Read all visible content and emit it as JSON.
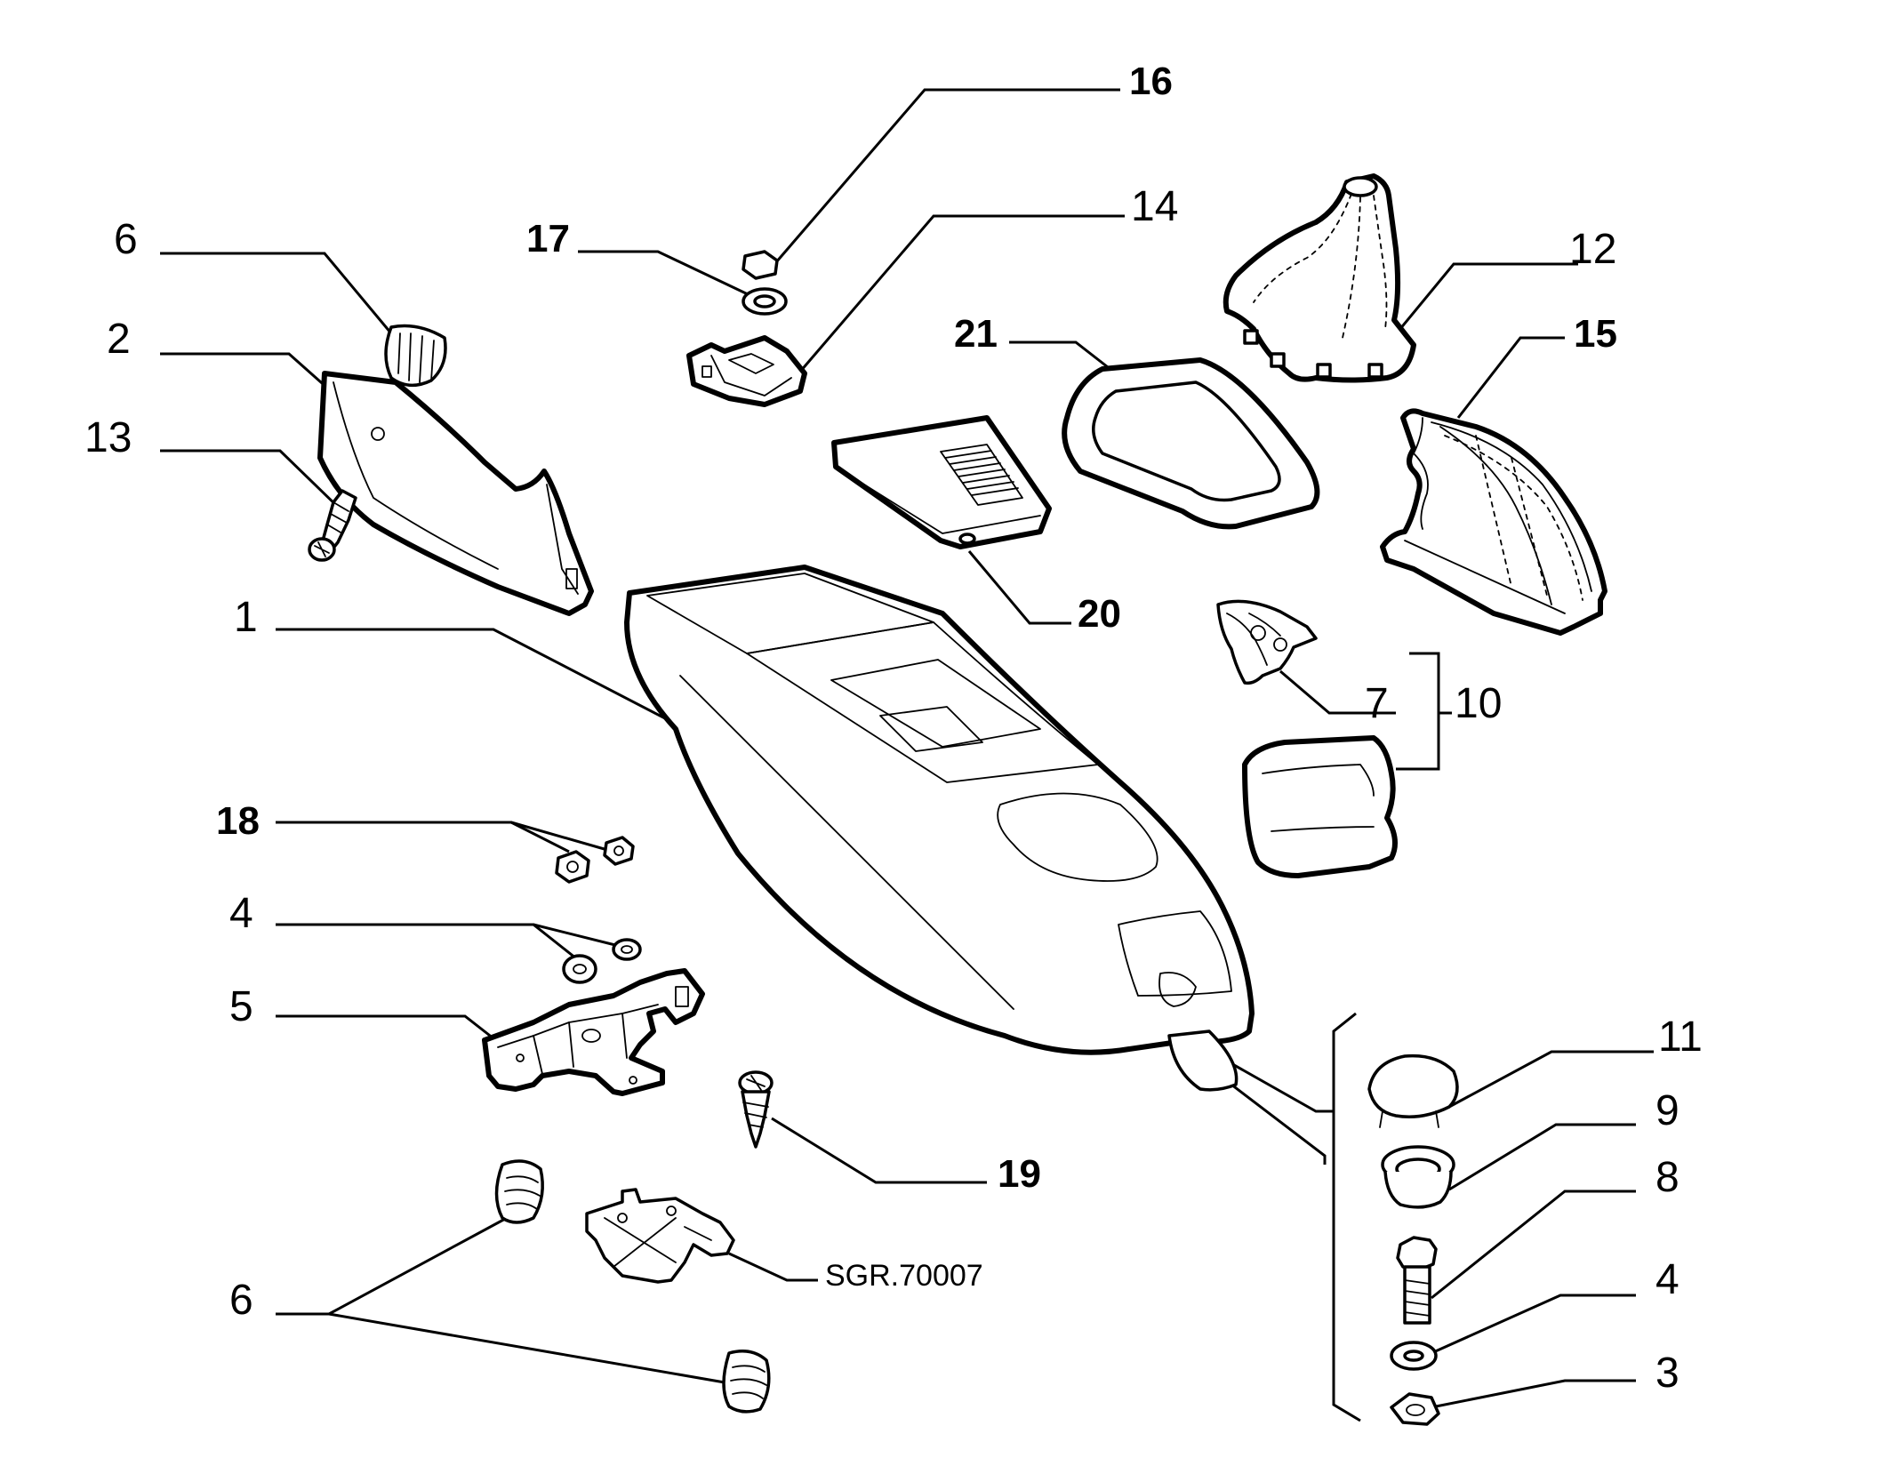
{
  "callouts": {
    "c1": "1",
    "c2": "2",
    "c3": "3",
    "c4a": "4",
    "c4b": "4",
    "c5": "5",
    "c6a": "6",
    "c6b": "6",
    "c7": "7",
    "c8": "8",
    "c9": "9",
    "c10": "10",
    "c11": "11",
    "c12": "12",
    "c13": "13",
    "c14": "14",
    "c15": "15",
    "c16": "16",
    "c17": "17",
    "c18": "18",
    "c19": "19",
    "c20": "20",
    "c21": "21",
    "ref": "SGR.70007"
  },
  "parts": [
    "centre-console",
    "side-panel",
    "nut",
    "washer",
    "bracket",
    "clip",
    "insert",
    "bolt",
    "grommet",
    "pocket",
    "plug",
    "gear-boot",
    "screw",
    "support",
    "gear-gaiter",
    "nut",
    "washer",
    "nut",
    "screw",
    "cover",
    "frame"
  ]
}
